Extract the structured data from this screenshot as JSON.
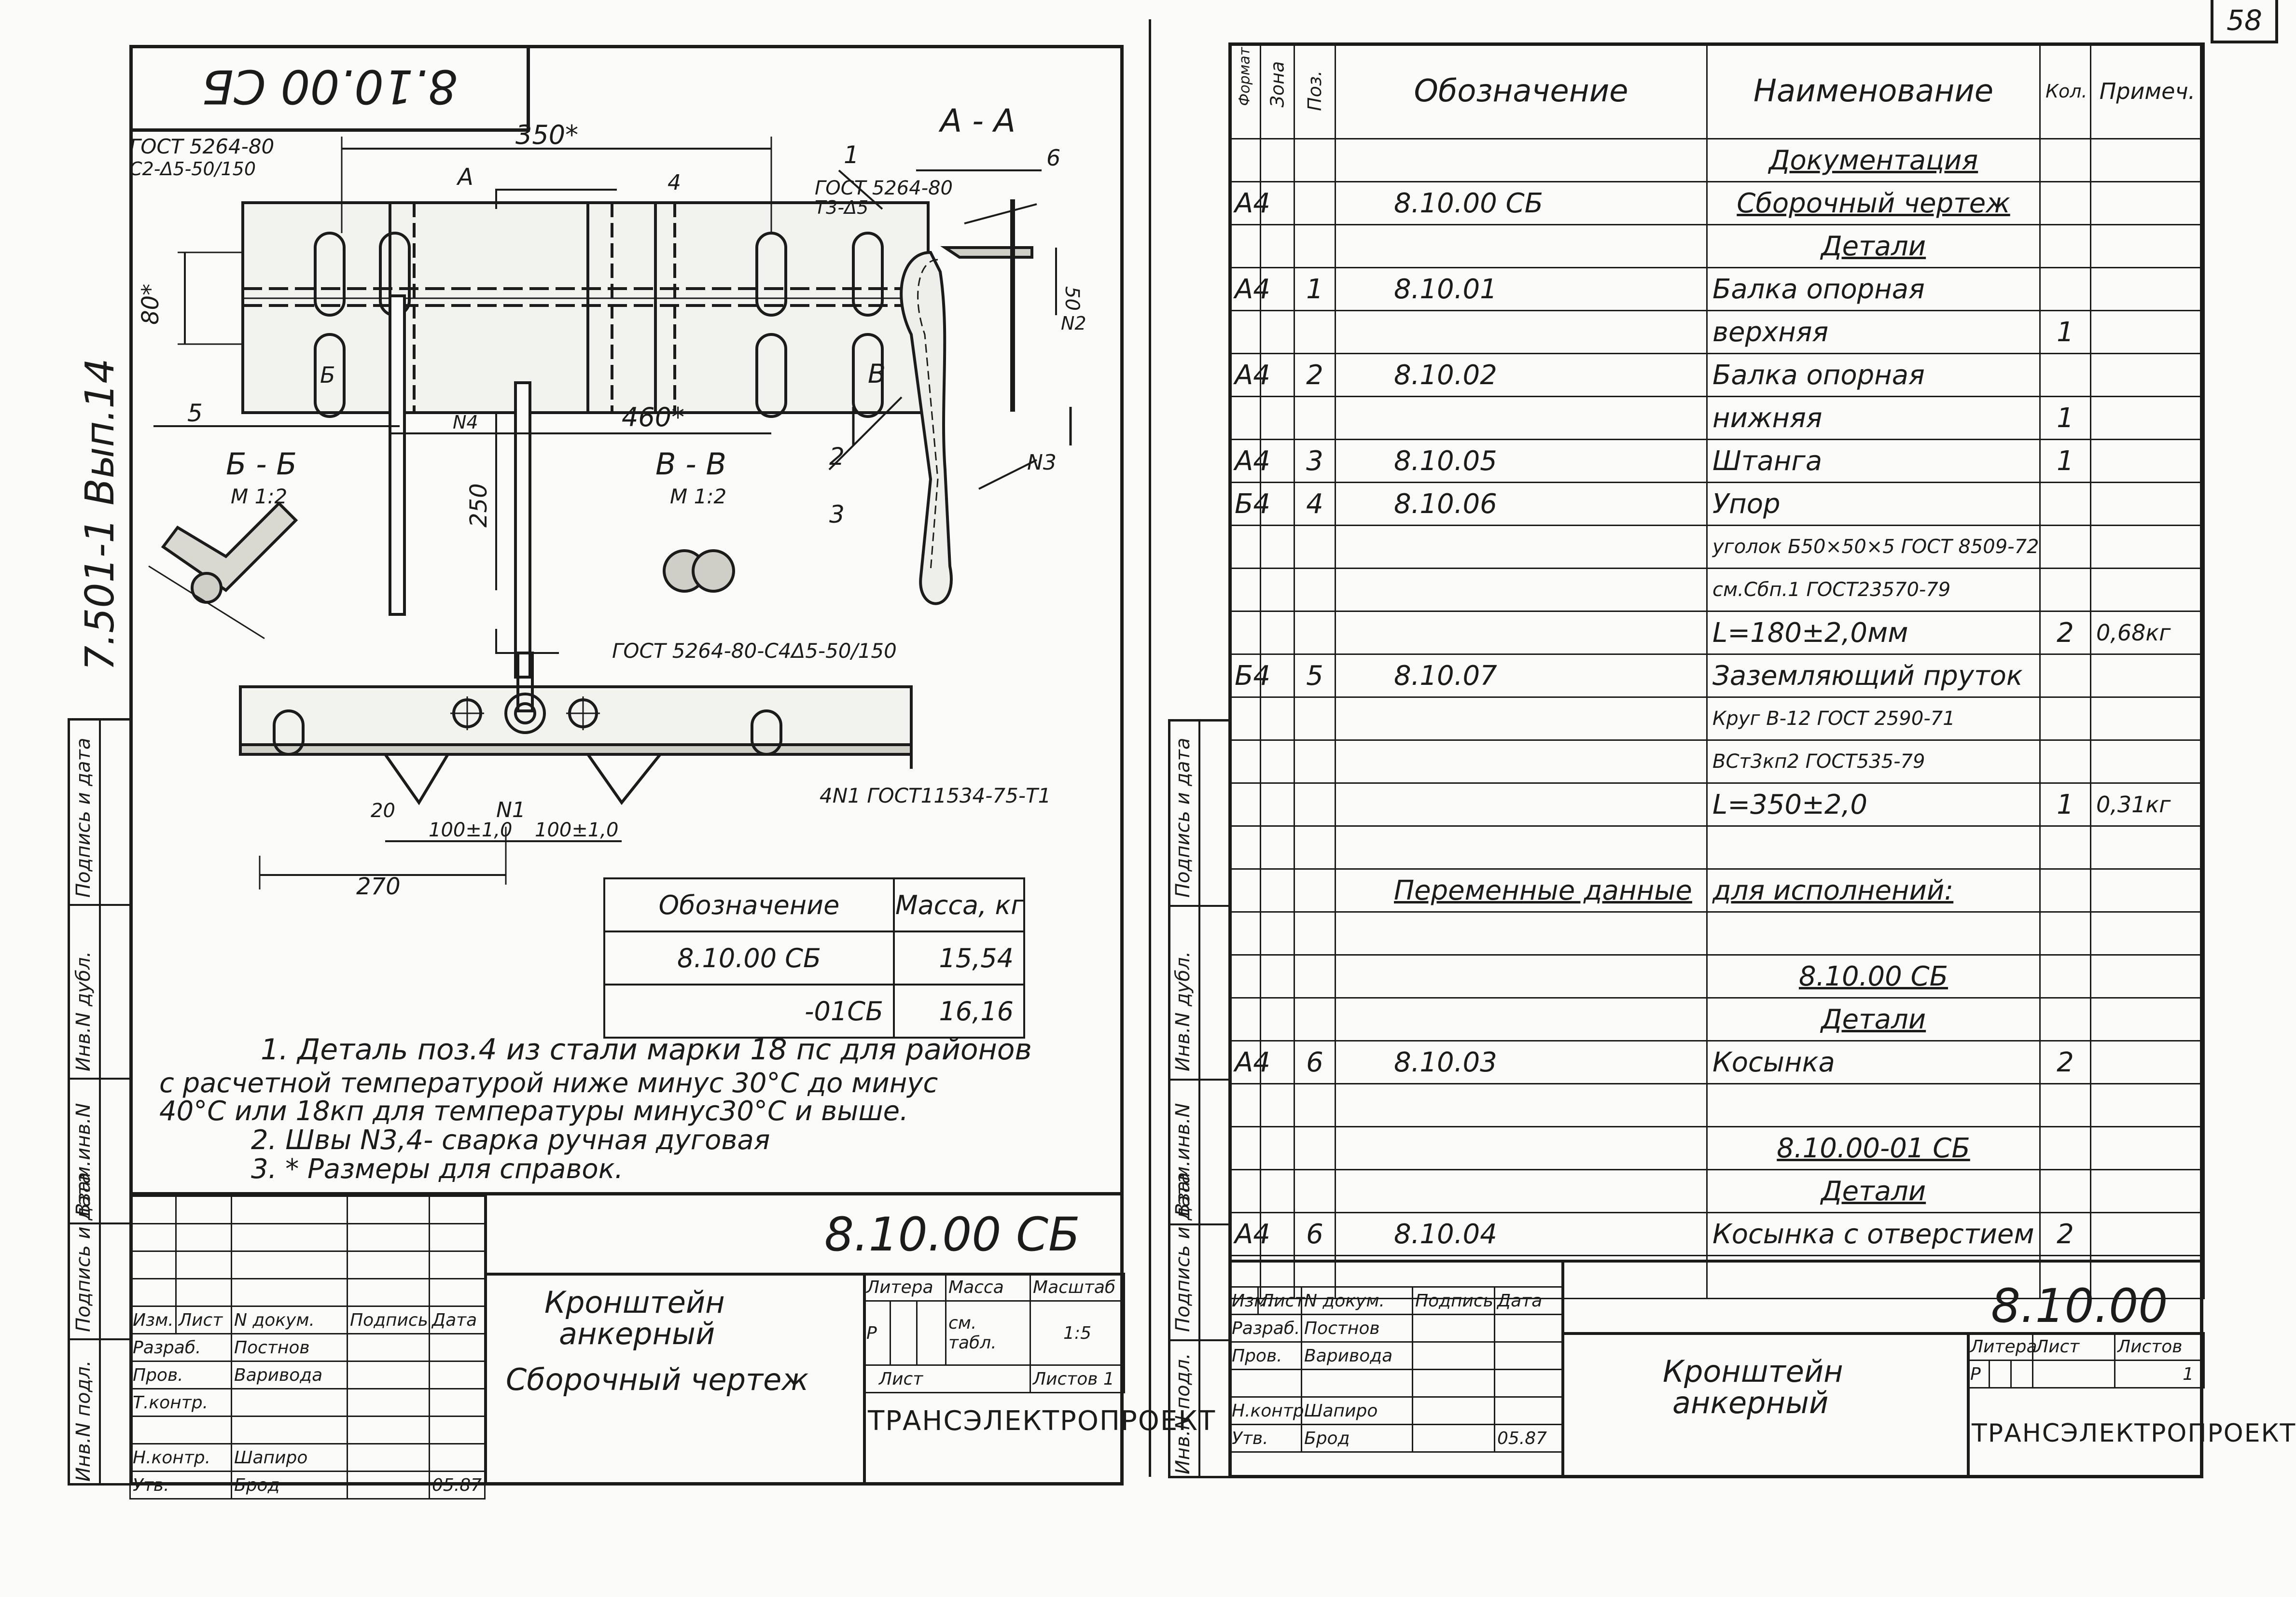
{
  "page_number": "58",
  "left_sheet": {
    "rotated_code": "8.10.00 СБ",
    "album": "7.501-1  Вып.14",
    "side_labels": [
      "Подпись и дата",
      "Инв.N дубл.",
      "Взам.инв.N",
      "Подпись и дата",
      "Инв.N подл."
    ],
    "drawing": {
      "gost_weld1": "ГОСТ 5264-80",
      "gost_weld1b": "С2-Δ5-50/150",
      "dim_350": "350*",
      "dim_80": "80*",
      "dim_460": "460*",
      "dim_250": "250",
      "dim_270": "270",
      "dim_100a": "100±1,0",
      "dim_100b": "100±1,0",
      "dim_20": "20",
      "dim_50": "50",
      "section_aa": "А - А",
      "section_bb": "Б - Б",
      "section_bb_scale": "М 1:2",
      "section_vv": "В - В",
      "section_vv_scale": "М 1:2",
      "gost_weld2": "ГОСТ 5264-80",
      "gost_weld2b": "Т3-Δ5",
      "gost_weld3": "ГОСТ 5264-80-С4Δ5-50/150",
      "gost_weld4": "4N1 ГОСТ11534-75-Т1",
      "pos1": "1",
      "pos2": "2",
      "pos3": "3",
      "pos4": "4",
      "pos5": "5",
      "pos6": "6",
      "weld_n1": "N1",
      "weld_n2": "N2",
      "weld_n3": "N3",
      "weld_n4": "N4",
      "cut_a": "А",
      "cut_b": "Б",
      "cut_v": "В"
    },
    "mass_table": {
      "headers": [
        "Обозначение",
        "Масса, кг"
      ],
      "rows": [
        [
          "8.10.00 СБ",
          "15,54"
        ],
        [
          "-01СБ",
          "16,16"
        ]
      ]
    },
    "notes": [
      "1. Деталь поз.4 из стали марки 18 пс для районов",
      "с расчетной температурой ниже  минус 30°С до минус",
      "40°С или 18кп для температуры минус30°С и выше.",
      "2. Швы N3,4- сварка ручная дуговая",
      "3. * Размеры для справок."
    ],
    "title_block": {
      "code": "8.10.00 СБ",
      "name1": "Кронштейн",
      "name2": "анкерный",
      "doc_type": "Сборочный чертеж",
      "lit_header": [
        "Литера",
        "Масса",
        "Масштаб"
      ],
      "lit": "Р",
      "mass": "см. табл.",
      "scale": "1:5",
      "sheet": "Лист",
      "sheets": "Листов 1",
      "org": "ТРАНСЭЛЕКТРОПРОЕКТ",
      "head": [
        "Изм.",
        "Лист",
        "N докум.",
        "Подпись",
        "Дата"
      ],
      "roles": [
        [
          "Разраб.",
          "Постнов"
        ],
        [
          "Пров.",
          "Вариводa"
        ],
        [
          "Т.контр.",
          ""
        ],
        [
          "",
          ""
        ],
        [
          "Н.контр.",
          "Шапиро"
        ],
        [
          "Утв.",
          "Брод"
        ]
      ],
      "date": "05.87"
    }
  },
  "right_sheet": {
    "side_labels": [
      "Подпись и дата",
      "Инв.N дубл.",
      "Взам.инв.N",
      "Подпись и дата",
      "Инв.N подл."
    ],
    "headers": [
      "Формат",
      "Зона",
      "Поз.",
      "Обозначение",
      "Наименование",
      "Кол.",
      "Примеч."
    ],
    "rows": [
      [
        "",
        "",
        "",
        "",
        "Документация",
        "",
        ""
      ],
      [
        "А4",
        "",
        "",
        "8.10.00 СБ",
        "Сборочный чертеж",
        "",
        ""
      ],
      [
        "",
        "",
        "",
        "",
        "Детали",
        "",
        ""
      ],
      [
        "А4",
        "",
        "1",
        "8.10.01",
        "Балка опорная",
        "",
        ""
      ],
      [
        "",
        "",
        "",
        "",
        "верхняя",
        "1",
        ""
      ],
      [
        "А4",
        "",
        "2",
        "8.10.02",
        "Балка опорная",
        "",
        ""
      ],
      [
        "",
        "",
        "",
        "",
        "нижняя",
        "1",
        ""
      ],
      [
        "А4",
        "",
        "3",
        "8.10.05",
        "Штанга",
        "1",
        ""
      ],
      [
        "Б4",
        "",
        "4",
        "8.10.06",
        "Упор",
        "",
        ""
      ],
      [
        "",
        "",
        "",
        "",
        "уголок Б50×50×5 ГОСТ 8509-72",
        "",
        ""
      ],
      [
        "",
        "",
        "",
        "",
        "см.Сбп.1 ГОСТ23570-79",
        "",
        ""
      ],
      [
        "",
        "",
        "",
        "",
        "L=180±2,0мм",
        "2",
        "0,68кг"
      ],
      [
        "Б4",
        "",
        "5",
        "8.10.07",
        "Заземляющий пруток",
        "",
        ""
      ],
      [
        "",
        "",
        "",
        "",
        "Круг В-12 ГОСТ 2590-71",
        "",
        ""
      ],
      [
        "",
        "",
        "",
        "",
        "ВСт3кп2 ГОСТ535-79",
        "",
        ""
      ],
      [
        "",
        "",
        "",
        "",
        "L=350±2,0",
        "1",
        "0,31кг"
      ],
      [
        "",
        "",
        "",
        "",
        "",
        "",
        ""
      ],
      [
        "",
        "",
        "",
        "Переменные данные",
        "для исполнений:",
        "",
        ""
      ],
      [
        "",
        "",
        "",
        "",
        "",
        "",
        ""
      ],
      [
        "",
        "",
        "",
        "",
        "8.10.00 СБ",
        "",
        ""
      ],
      [
        "",
        "",
        "",
        "",
        "Детали",
        "",
        ""
      ],
      [
        "А4",
        "",
        "6",
        "8.10.03",
        "Косынка",
        "2",
        ""
      ],
      [
        "",
        "",
        "",
        "",
        "",
        "",
        ""
      ],
      [
        "",
        "",
        "",
        "",
        "8.10.00-01 СБ",
        "",
        ""
      ],
      [
        "",
        "",
        "",
        "",
        "Детали",
        "",
        ""
      ],
      [
        "А4",
        "",
        "6",
        "8.10.04",
        "Косынка с отверстием",
        "2",
        ""
      ],
      [
        "",
        "",
        "",
        "",
        "",
        "",
        ""
      ]
    ],
    "title_block": {
      "code": "8.10.00",
      "name1": "Кронштейн",
      "name2": "анкерный",
      "lit_header": [
        "Литера",
        "Лист",
        "Листов"
      ],
      "lit": "Р",
      "sheets": "1",
      "org": "ТРАНСЭЛЕКТРОПРОЕКТ",
      "head": [
        "Изм.",
        "Лист",
        "N докум.",
        "Подпись",
        "Дата"
      ],
      "roles": [
        [
          "Разраб.",
          "Постнов"
        ],
        [
          "Пров.",
          "Вариводa"
        ],
        [
          "",
          ""
        ],
        [
          "Н.контр.",
          "Шапиро"
        ],
        [
          "Утв.",
          "Брод"
        ]
      ],
      "date": "05.87"
    }
  }
}
